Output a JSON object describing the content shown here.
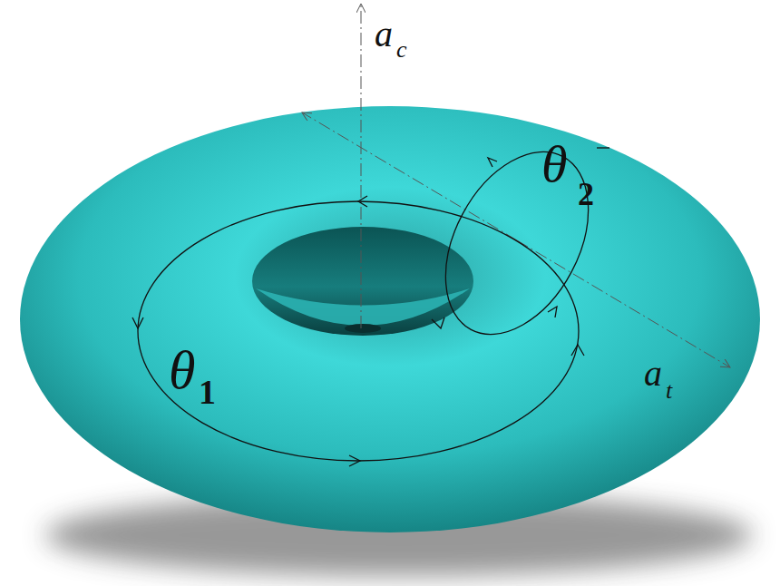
{
  "diagram": {
    "labels": [
      "a",
      "c",
      "θ",
      "2",
      "θ",
      "1",
      "a",
      "t"
    ]
  }
}
